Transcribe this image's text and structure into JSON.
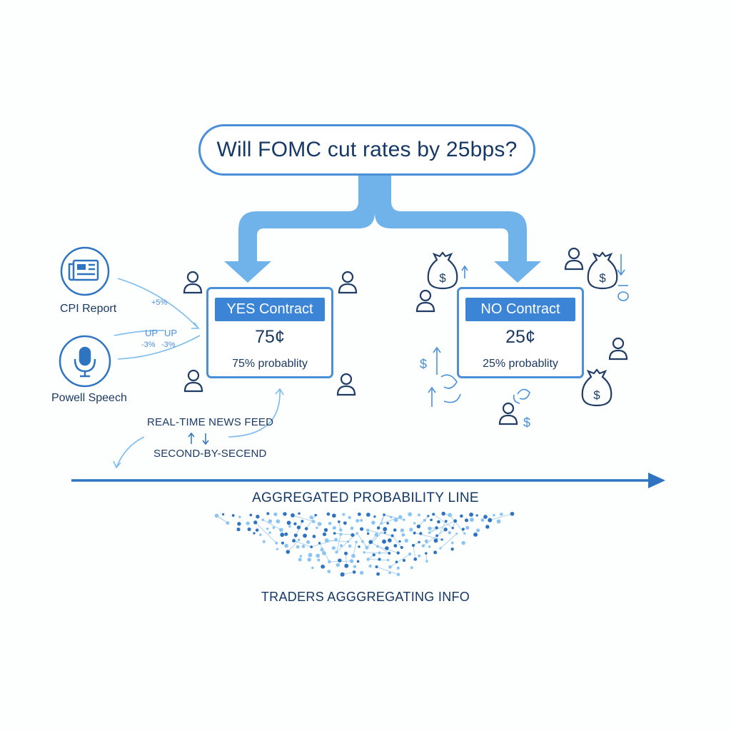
{
  "question": "Will FOMC cut rates by 25bps?",
  "contracts": [
    {
      "label": "YES Contract",
      "price": "75¢",
      "probability": "75% probablity"
    },
    {
      "label": "NO Contract",
      "price": "25¢",
      "probability": "25% probablity"
    }
  ],
  "sources": [
    {
      "label": "CPI Report",
      "icon": "newspaper-icon"
    },
    {
      "label": "Powell Speech",
      "icon": "microphone-icon"
    }
  ],
  "flow_annotations": {
    "plus": "+5%",
    "up_left": "UP",
    "up_right": "UP",
    "minus_left": "-3%",
    "minus_right": "-3%"
  },
  "feed": {
    "line1": "REAL-TIME NEWS FEED",
    "line2": "SECOND-BY-SECEND"
  },
  "timeline_label": "AGGREGATED PROBABILITY LINE",
  "network_label": "TRADERS AGGGREGATING INFO",
  "symbols": {
    "dollar": "$"
  },
  "colors": {
    "accent": "#4a90d9",
    "accent_dark": "#2f74c0",
    "arrow_fill": "#6fb3ea",
    "text": "#1b3a63",
    "node_light": "#8cc4f2"
  }
}
